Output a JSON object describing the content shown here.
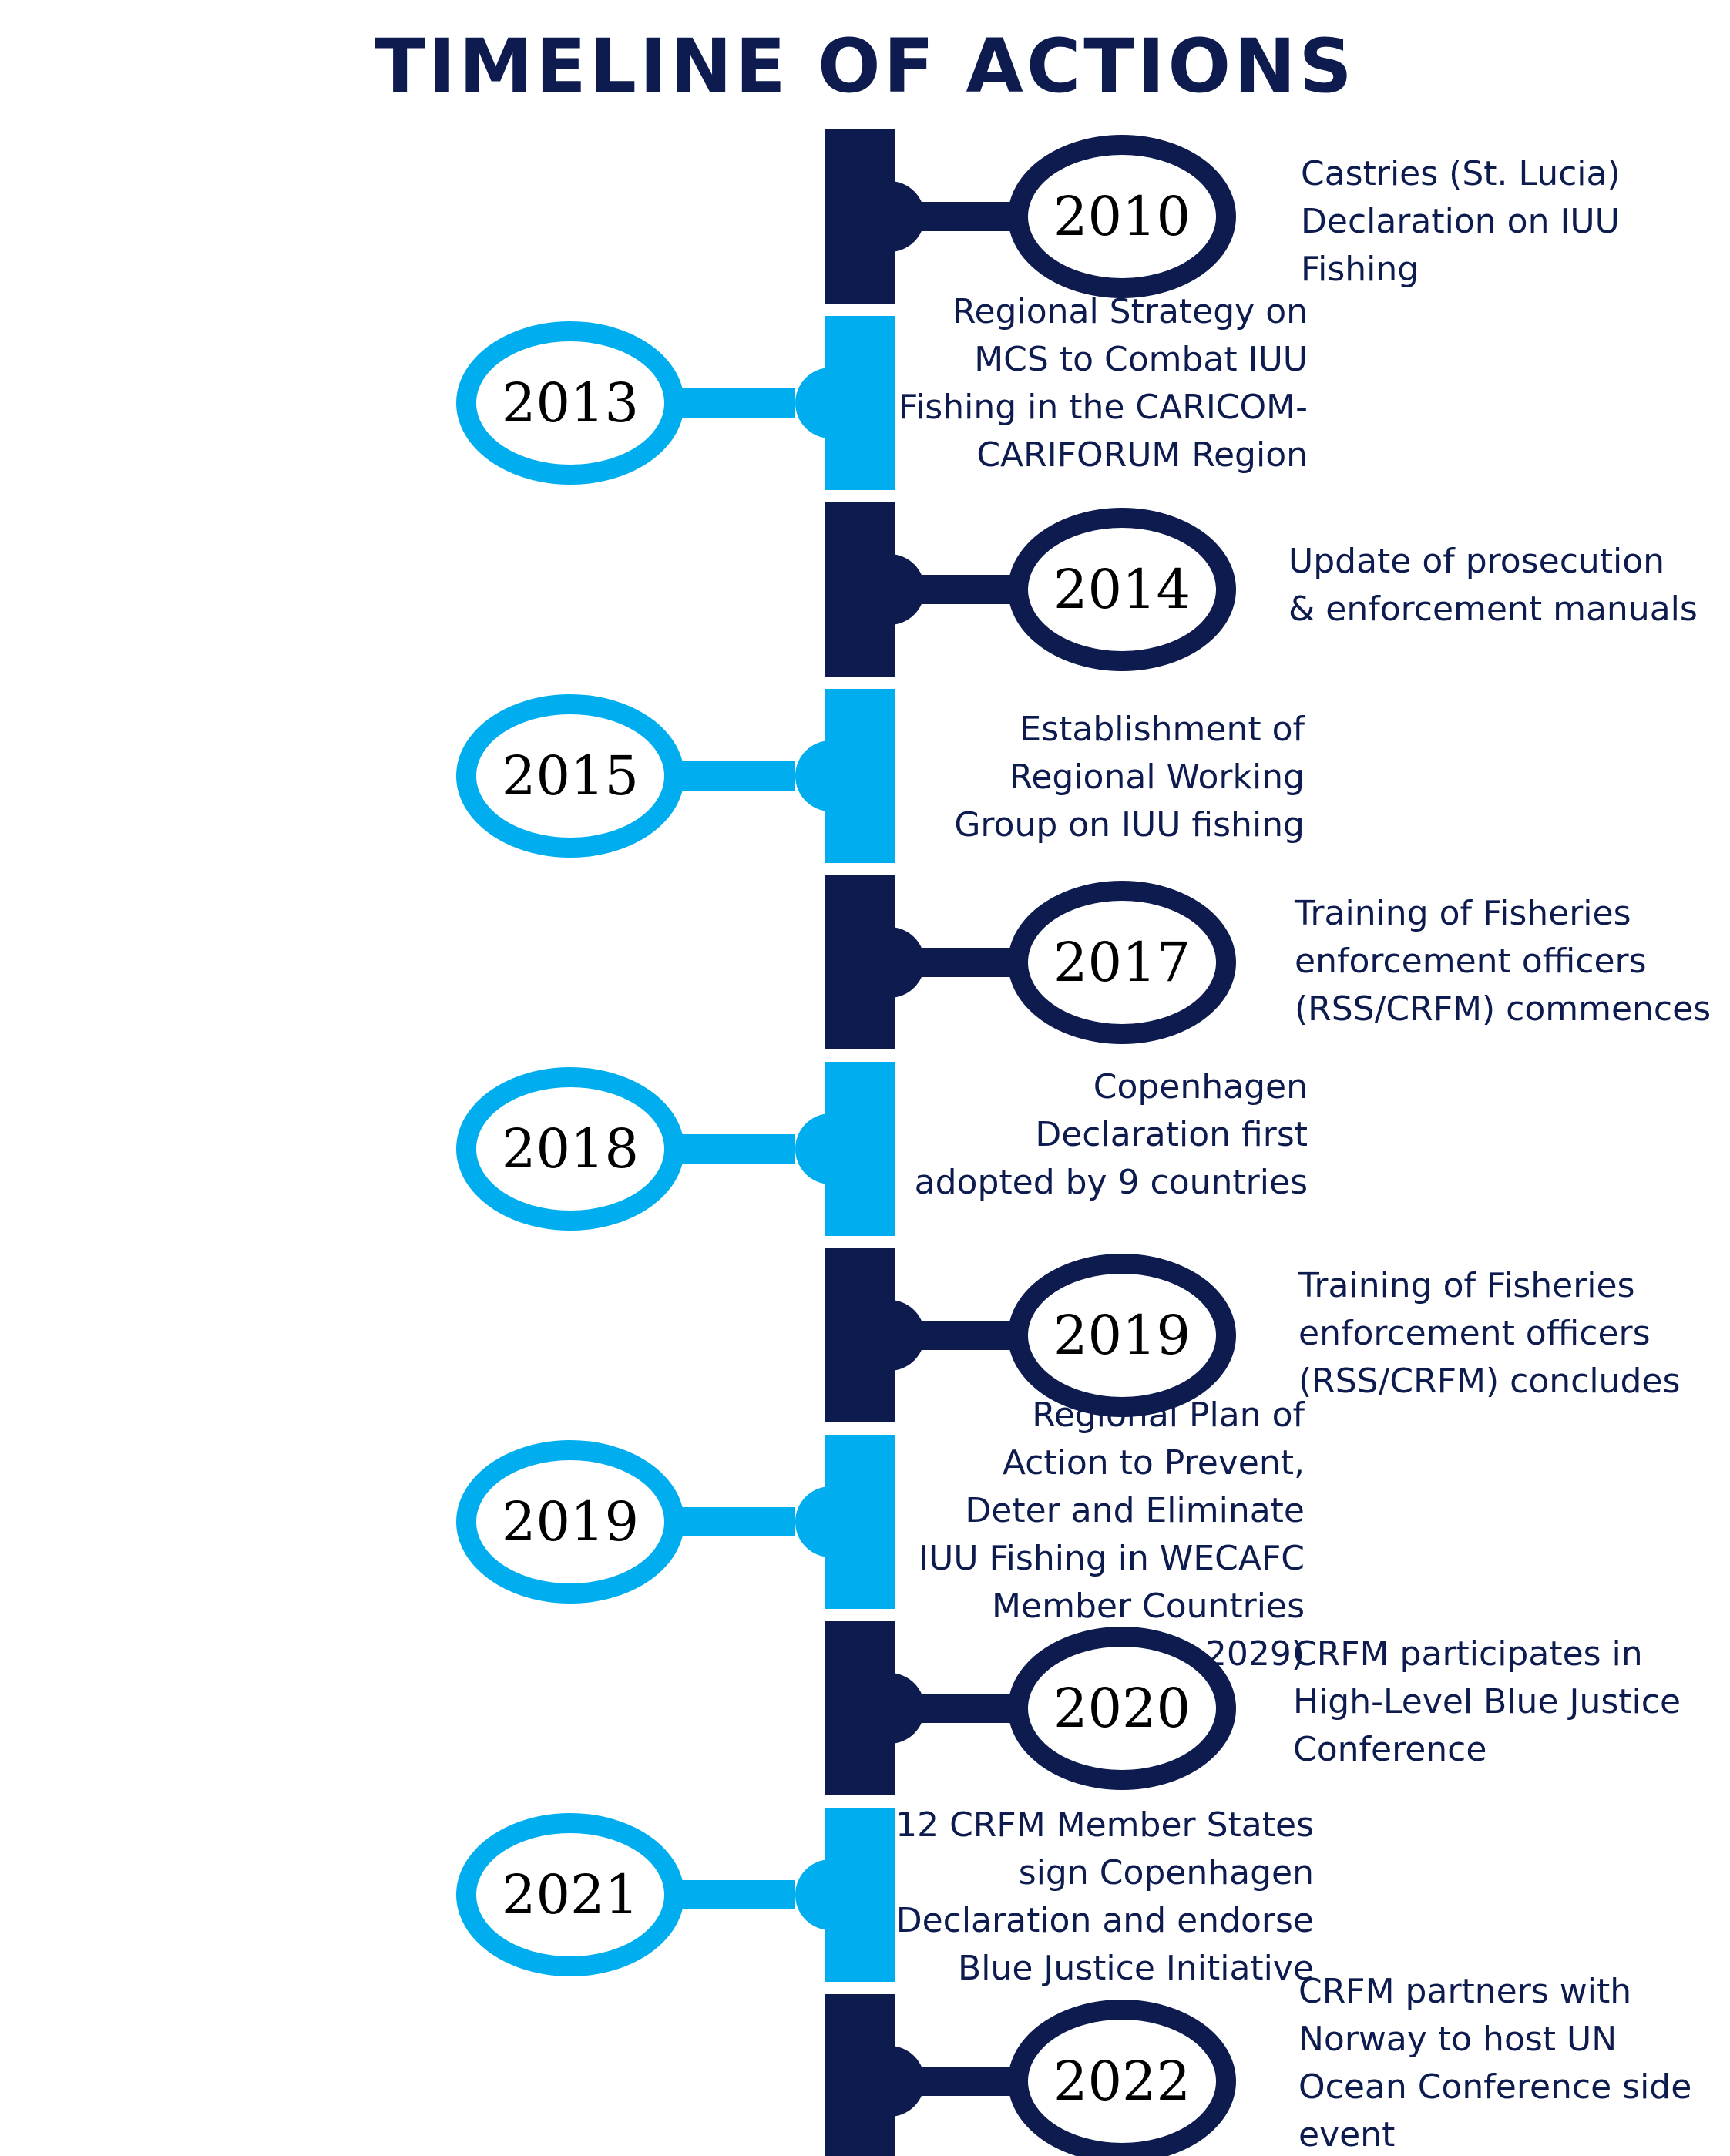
{
  "title": "TIMELINE OF ACTIONS",
  "colors": {
    "dark": "#0d1b4f",
    "light": "#00aeef"
  },
  "events": [
    {
      "year": "2010",
      "side": "right",
      "lines": [
        "Castries (St. Lucia)",
        "Declaration on IUU",
        "Fishing"
      ]
    },
    {
      "year": "2013",
      "side": "left",
      "lines": [
        "Regional Strategy on",
        "MCS to Combat IUU",
        "Fishing in the CARICOM-",
        "CARIFORUM Region"
      ]
    },
    {
      "year": "2014",
      "side": "right",
      "lines": [
        "Update of prosecution",
        "& enforcement manuals"
      ]
    },
    {
      "year": "2015",
      "side": "left",
      "lines": [
        "Establishment of",
        "Regional Working",
        "Group on IUU fishing"
      ]
    },
    {
      "year": "2017",
      "side": "right",
      "lines": [
        "Training of Fisheries",
        "enforcement officers",
        "(RSS/CRFM) commences"
      ]
    },
    {
      "year": "2018",
      "side": "left",
      "lines": [
        "Copenhagen",
        "Declaration first",
        "adopted by 9 countries"
      ]
    },
    {
      "year": "2019",
      "side": "right",
      "lines": [
        "Training of Fisheries",
        "enforcement officers",
        "(RSS/CRFM) concludes"
      ]
    },
    {
      "year": "2019",
      "side": "left",
      "lines": [
        "Regional Plan of",
        "Action to Prevent,",
        "Deter and Eliminate",
        "IUU Fishing in WECAFC",
        "Member Countries",
        "(2019 - 2029)"
      ]
    },
    {
      "year": "2020",
      "side": "right",
      "lines": [
        "CRFM participates in",
        "High-Level Blue Justice",
        "Conference"
      ]
    },
    {
      "year": "2021",
      "side": "left",
      "lines": [
        "12 CRFM Member States",
        "sign Copenhagen",
        "Declaration and endorse",
        "Blue Justice Initiative"
      ]
    },
    {
      "year": "2022",
      "side": "right",
      "lines": [
        "CRFM partners with",
        "Norway to host UN",
        "Ocean Conference side",
        "event"
      ]
    }
  ]
}
